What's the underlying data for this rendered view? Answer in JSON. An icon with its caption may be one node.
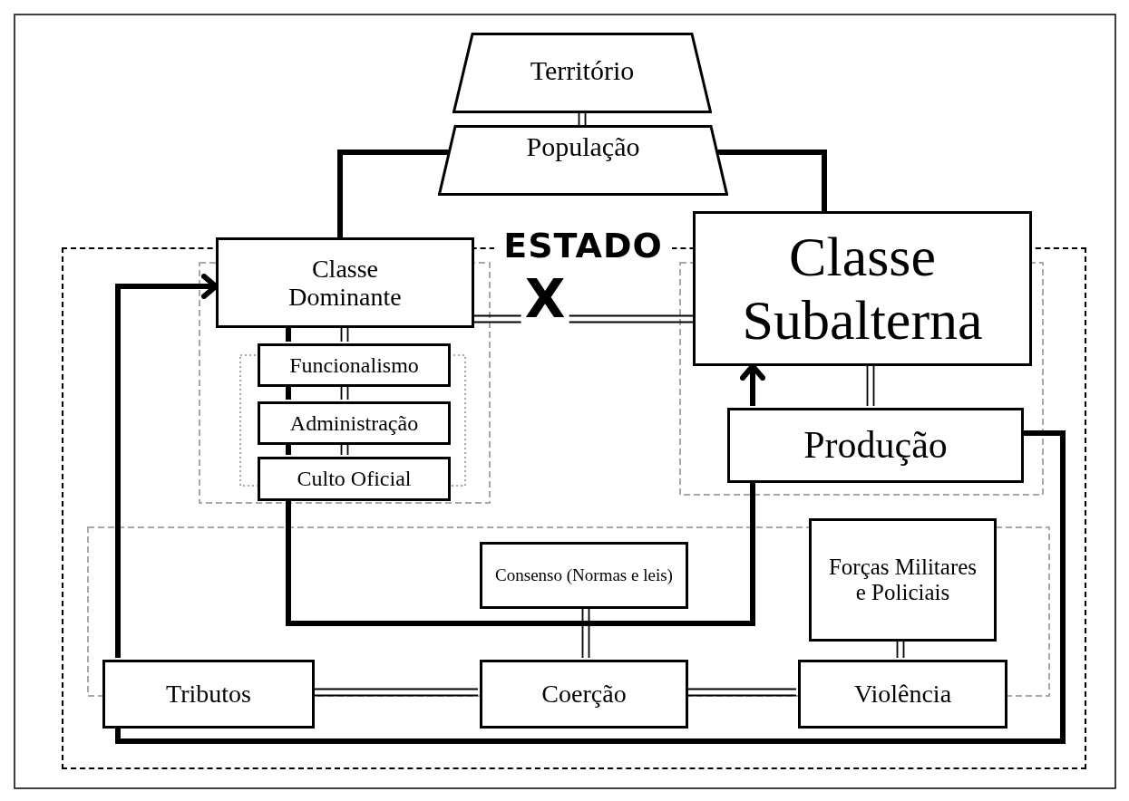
{
  "diagram": {
    "nodes": [
      {
        "text": [
          "Território"
        ]
      },
      {
        "text": [
          "População"
        ]
      },
      {
        "text": [
          "ESTADO"
        ]
      },
      {
        "text": [
          "Classe Dominante"
        ]
      },
      {
        "text": [
          "Funcionalismo"
        ],
        "in": 2
      },
      {
        "text": [
          "Administração"
        ],
        "in": 2
      },
      {
        "text": [
          "Culto Oficial"
        ],
        "in": 2
      },
      {
        "text": [
          "Classe Subalterna"
        ]
      },
      {
        "text": [
          "Produção"
        ],
        "in": 2
      },
      {
        "text": [
          "Consenso (Normas e leis)"
        ],
        "in": 2
      },
      {
        "text": [
          "Forças Militares e Policiais"
        ],
        "in": 2
      },
      {
        "text": [
          "Tributos"
        ],
        "in": 2
      },
      {
        "text": [
          "Coerção"
        ],
        "in": 2
      },
      {
        "text": [
          "Violência"
        ],
        "in": 2
      }
    ],
    "edges": [
      {
        "from": 0,
        "to": 1,
        "arrow": "none"
      },
      {
        "from": 1,
        "to": 3,
        "arrow": "none",
        "style": "thick"
      },
      {
        "from": 1,
        "to": 7,
        "arrow": "none",
        "style": "thick"
      },
      {
        "from": 3,
        "to": 7,
        "arrow": "none",
        "label": "X"
      },
      {
        "from": 3,
        "to": 4,
        "arrow": "none",
        "style": "thick"
      },
      {
        "from": 3,
        "to": 4,
        "arrow": "none"
      },
      {
        "from": 4,
        "to": 5,
        "arrow": "none",
        "style": "thick"
      },
      {
        "from": 4,
        "to": 5,
        "arrow": "none"
      },
      {
        "from": 5,
        "to": 6,
        "arrow": "none",
        "style": "thick"
      },
      {
        "from": 5,
        "to": 6,
        "arrow": "none"
      },
      {
        "from": 6,
        "to": 8,
        "arrow": "none",
        "style": "thick"
      },
      {
        "from": 8,
        "to": 7,
        "arrow": "to",
        "style": "thick"
      },
      {
        "from": 7,
        "to": 8,
        "arrow": "none"
      },
      {
        "from": 8,
        "to": 11,
        "arrow": "none",
        "style": "thick"
      },
      {
        "from": 11,
        "to": 3,
        "arrow": "to",
        "style": "thick"
      },
      {
        "from": 9,
        "to": 12,
        "arrow": "none"
      },
      {
        "from": 11,
        "to": 12,
        "arrow": "none"
      },
      {
        "from": 12,
        "to": 13,
        "arrow": "none"
      },
      {
        "from": 10,
        "to": 13,
        "arrow": "none"
      }
    ]
  }
}
